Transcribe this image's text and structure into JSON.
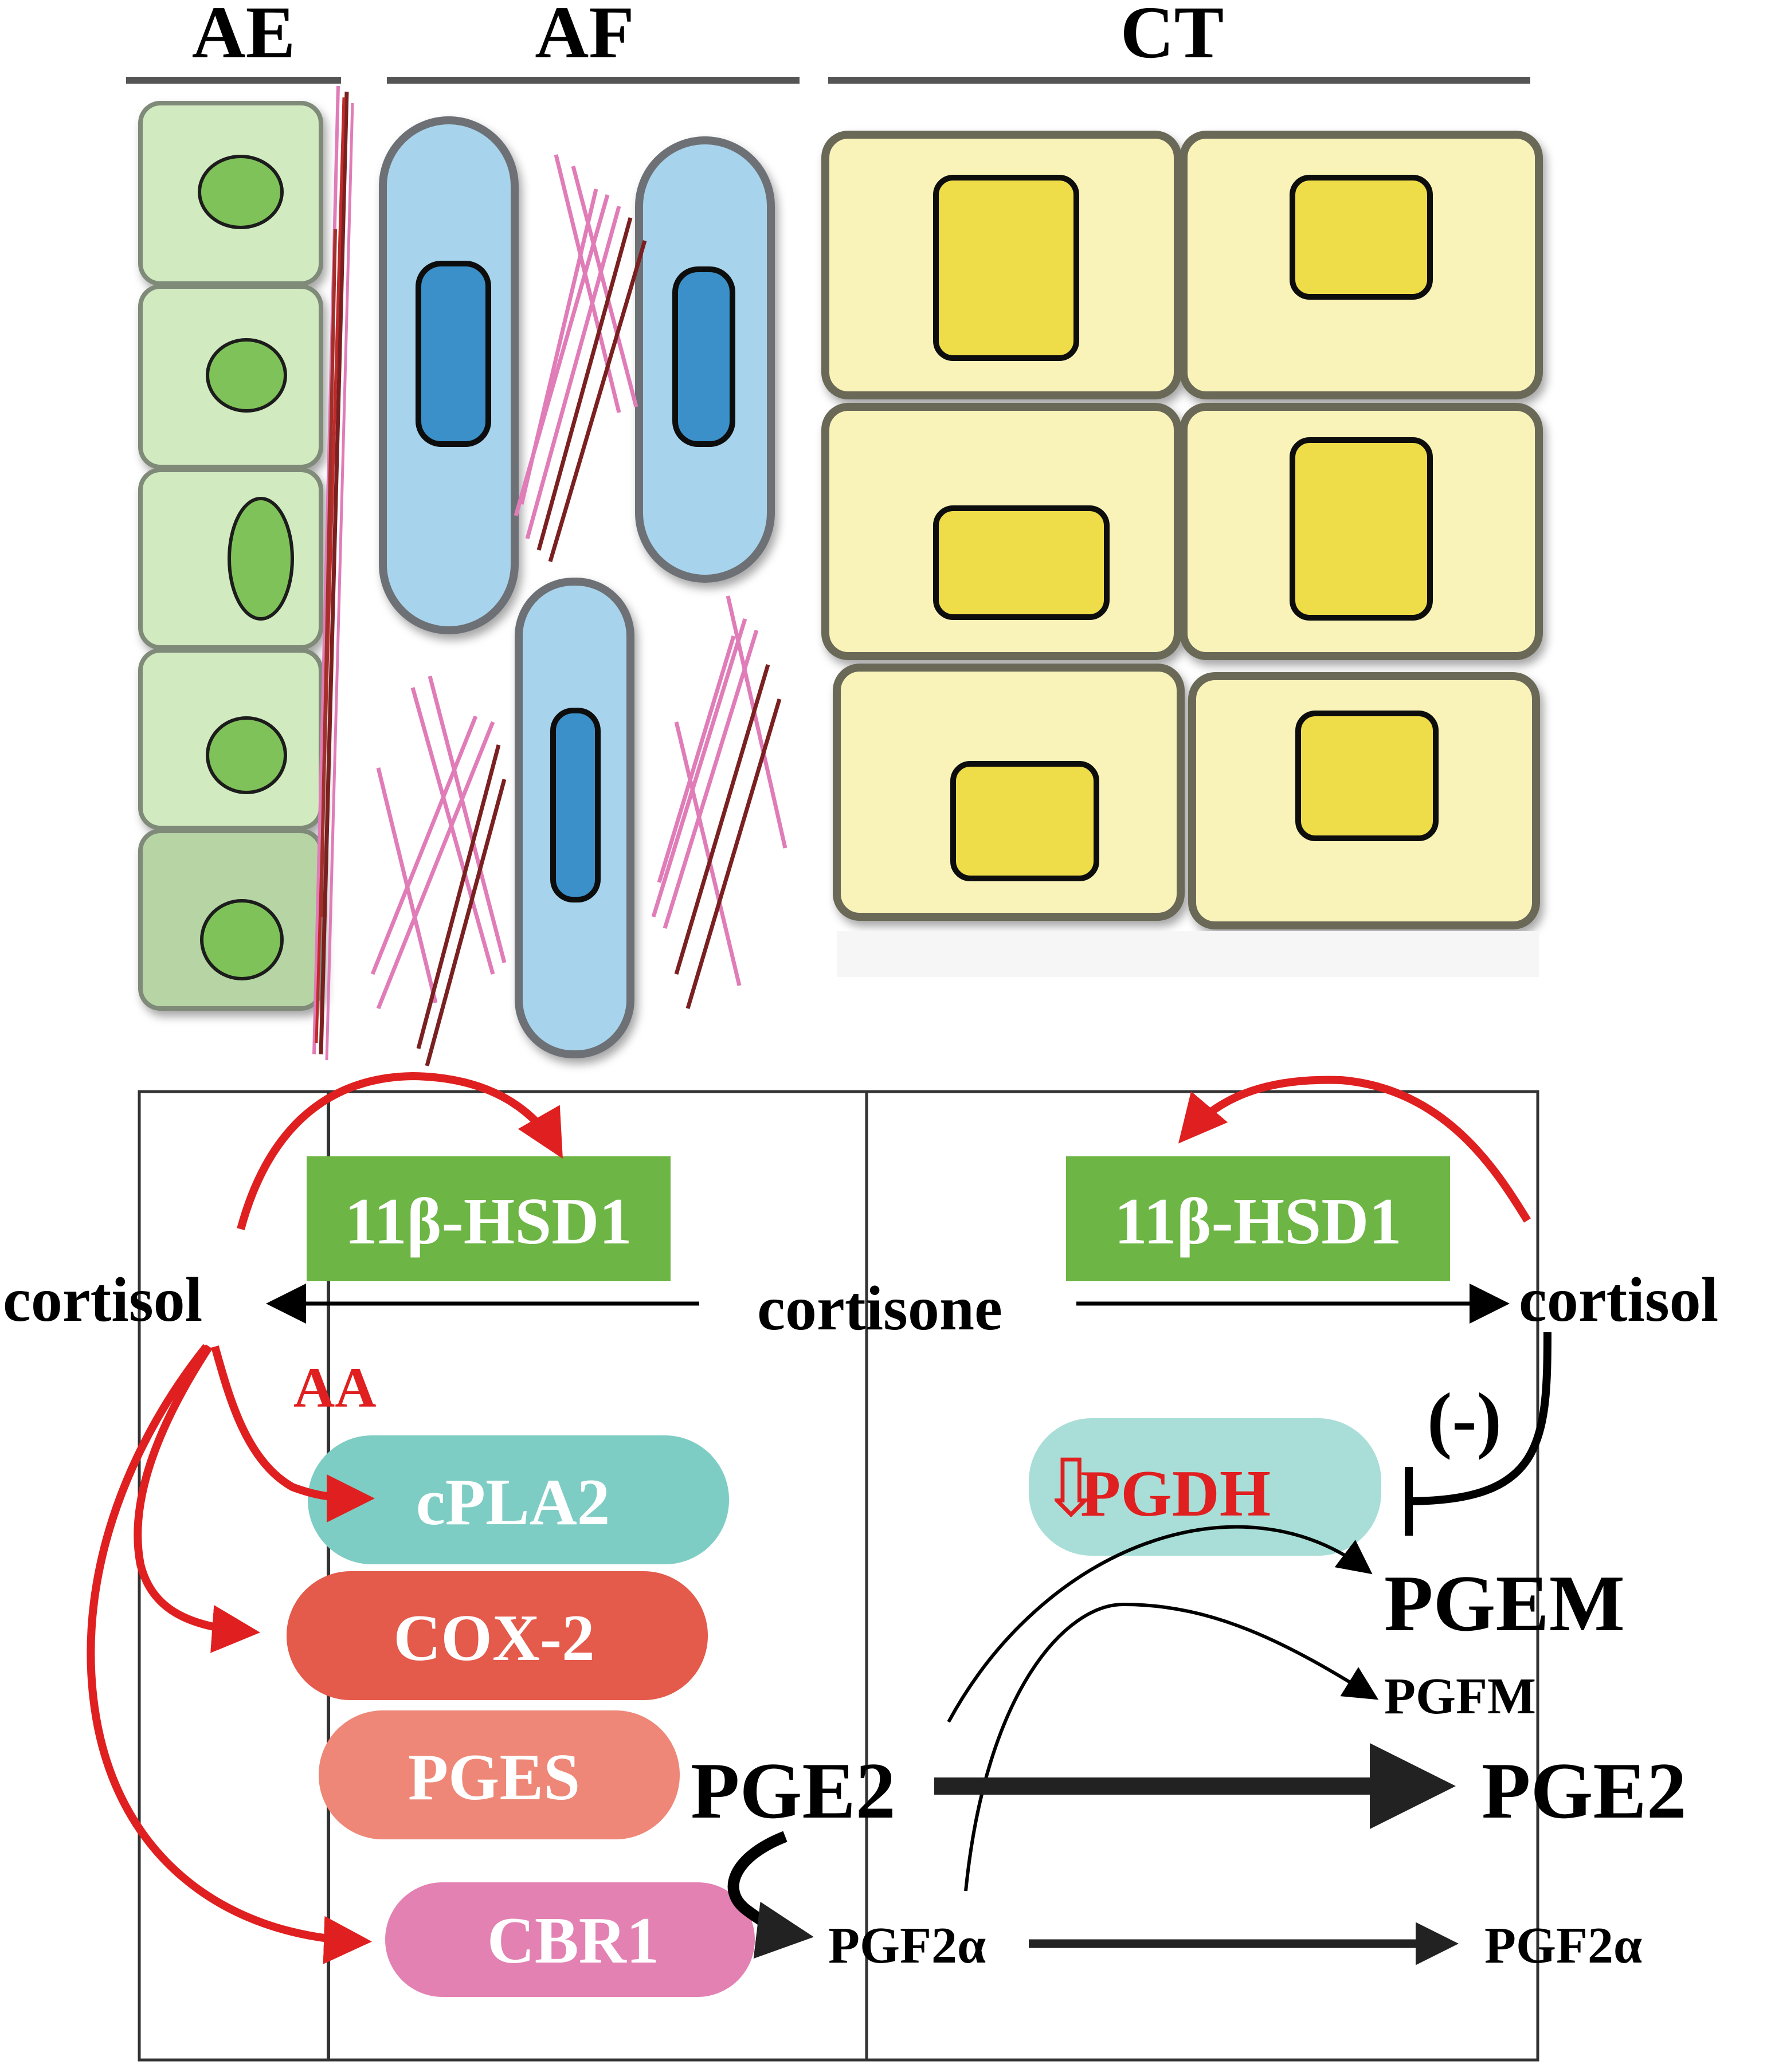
{
  "headers": {
    "ae": "AE",
    "af": "AF",
    "ct": "CT"
  },
  "labels": {
    "cortisol_left": "cortisol",
    "cortisone": "cortisone",
    "cortisol_right": "cortisol",
    "aa": "AA",
    "inhibit": "(-)",
    "pgem": "PGEM",
    "pgfm": "PGFM",
    "pge2_left": "PGE2",
    "pge2_right": "PGE2",
    "pgf2a_left": "PGF2α",
    "pgf2a_right": "PGF2α"
  },
  "enzymes": {
    "hsd1_left": "11β-HSD1",
    "hsd1_right": "11β-HSD1",
    "cpla2": "cPLA2",
    "cox2": "COX-2",
    "pges": "PGES",
    "cbr1": "CBR1",
    "pgdh": "PGDH",
    "pgdh_arrow": "⇩"
  },
  "colors": {
    "ae_cell": "#d2eac0",
    "ae_nucleus": "#80c25a",
    "af_cell": "#a8d3ec",
    "af_nucleus": "#3a90c9",
    "ct_cell": "#f9f3b9",
    "ct_nucleus": "#efdc48",
    "hsd1": "#6db544",
    "cpla2": "#7ecdc4",
    "cox2": "#e45a4b",
    "pges": "#ee8777",
    "cbr1": "#e381b2",
    "pgdh_box": "#a9ded8",
    "red": "#e02020",
    "fiber_pink": "#e07cb8",
    "fiber_dark": "#7a2020"
  }
}
